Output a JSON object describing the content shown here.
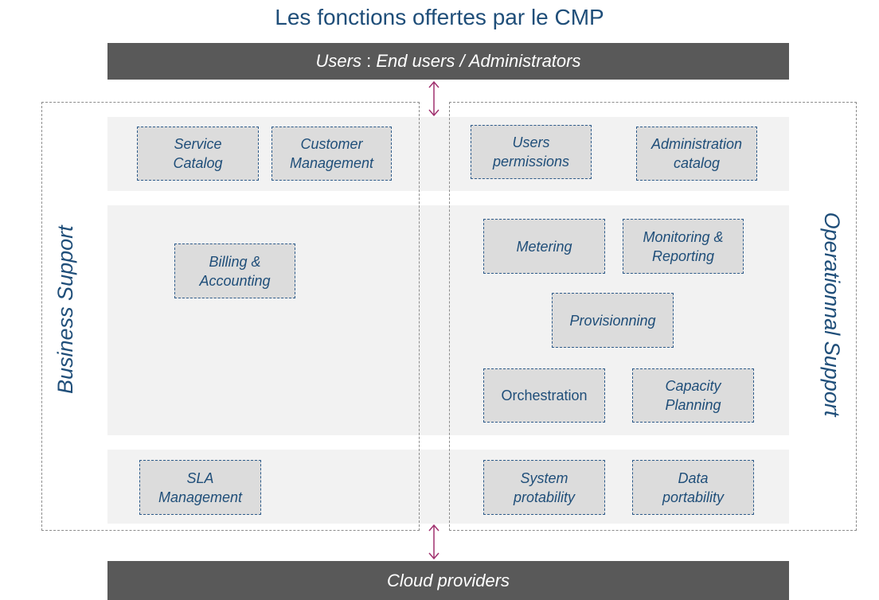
{
  "title": "Les fonctions offertes par le CMP",
  "top_bar": {
    "label_prefix": "Users",
    "label_sep": " : ",
    "label_rest": "End users / Administrators"
  },
  "bottom_bar": {
    "label": "Cloud providers"
  },
  "business_support": {
    "label": "Business Support",
    "boxes": {
      "service_catalog": "Service\nCatalog",
      "customer_management": "Customer\nManagement",
      "billing_accounting": "Billing &\nAccounting",
      "sla_management": "SLA\nManagement"
    }
  },
  "operational_support": {
    "label": "Operationnal Support",
    "boxes": {
      "users_permissions": "Users\npermissions",
      "administration_catalog": "Administration\ncatalog",
      "metering": "Metering",
      "monitoring_reporting": "Monitoring &\nReporting",
      "provisionning": "Provisionning",
      "orchestration": "Orchestration",
      "capacity_planning": "Capacity\nPlanning",
      "system_portability": "System\nprotability",
      "data_portability": "Data\nportability"
    }
  },
  "colors": {
    "accent": "#1f4e79",
    "bar": "#595959",
    "band": "#f2f2f2",
    "box": "#dcdcdc",
    "arrow": "#a0306e"
  }
}
